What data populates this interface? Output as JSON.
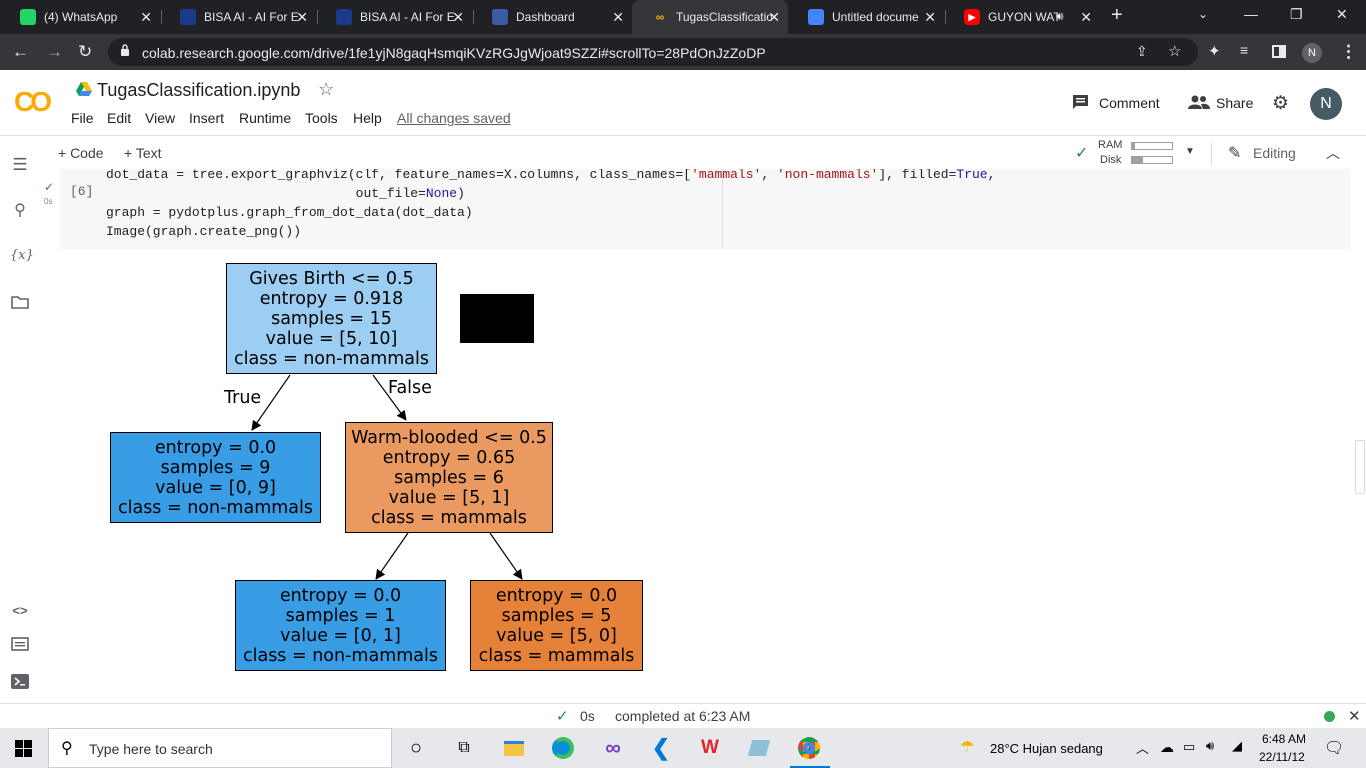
{
  "browser": {
    "tabs": [
      {
        "label": "(4) WhatsApp",
        "color": "#25d366"
      },
      {
        "label": "BISA AI - AI For E",
        "color": "#1a3b8b"
      },
      {
        "label": "BISA AI - AI For E",
        "color": "#1a3b8b"
      },
      {
        "label": "Dashboard",
        "color": "#3b5ba5"
      },
      {
        "label": "TugasClassificatio",
        "color": "#f9ab00"
      },
      {
        "label": "Untitled docume",
        "color": "#4285f4"
      },
      {
        "label": "GUYON WAT",
        "color": "#ff0000"
      }
    ],
    "url": "colab.research.google.com/drive/1fe1yjN8gaqHsmqiKVzRGJgWjoat9SZZi#scrollTo=28PdOnJzZoDP",
    "profile_initial": "N"
  },
  "colab": {
    "logo": "CO",
    "notebook_title": "TugasClassification.ipynb",
    "menu": [
      "File",
      "Edit",
      "View",
      "Insert",
      "Runtime",
      "Tools",
      "Help"
    ],
    "saved_status": "All changes saved",
    "comment_label": "Comment",
    "share_label": "Share",
    "avatar_initial": "N",
    "toolbar": {
      "code_label": "+ Code",
      "text_label": "+ Text",
      "ram_label": "RAM",
      "disk_label": "Disk",
      "ram_usage": 0.08,
      "disk_usage": 0.28,
      "editing_label": "Editing"
    }
  },
  "cell": {
    "exec_count": "[6]",
    "exec_time": "0s",
    "lines": [
      {
        "parts": [
          {
            "t": "dot_data = tree.export_graphviz(clf, feature_names=X.columns, class_names=[",
            "c": ""
          },
          {
            "t": "'mammals'",
            "c": "st"
          },
          {
            "t": ", ",
            "c": ""
          },
          {
            "t": "'non-mammals'",
            "c": "st"
          },
          {
            "t": "], filled=",
            "c": ""
          },
          {
            "t": "True",
            "c": "kw"
          },
          {
            "t": ",",
            "c": ""
          }
        ]
      },
      {
        "parts": [
          {
            "t": "                                out_file=",
            "c": ""
          },
          {
            "t": "None",
            "c": "kw"
          },
          {
            "t": ")",
            "c": ""
          }
        ]
      },
      {
        "parts": [
          {
            "t": "graph = pydotplus.graph_from_dot_data(dot_data)",
            "c": ""
          }
        ]
      },
      {
        "parts": [
          {
            "t": "Image(graph.create_png())",
            "c": ""
          }
        ]
      }
    ]
  },
  "tree": {
    "nodes": [
      {
        "lines": [
          "Gives Birth <= 0.5",
          "entropy = 0.918",
          "samples = 15",
          "value = [5, 10]",
          "class = non-mammals"
        ],
        "color": "#9ccdf2"
      },
      {
        "lines": [
          "entropy = 0.0",
          "samples = 9",
          "value = [0, 9]",
          "class = non-mammals"
        ],
        "color": "#399de5"
      },
      {
        "lines": [
          "Warm-blooded <= 0.5",
          "entropy = 0.65",
          "samples = 6",
          "value = [5, 1]",
          "class = mammals"
        ],
        "color": "#ea9a61"
      },
      {
        "lines": [
          "entropy = 0.0",
          "samples = 1",
          "value = [0, 1]",
          "class = non-mammals"
        ],
        "color": "#399de5"
      },
      {
        "lines": [
          "entropy = 0.0",
          "samples = 5",
          "value = [5, 0]",
          "class = mammals"
        ],
        "color": "#e58139"
      }
    ],
    "edge_true": "True",
    "edge_false": "False"
  },
  "status": {
    "time": "0s",
    "message": "completed at 6:23 AM"
  },
  "taskbar": {
    "search_placeholder": "Type here to search",
    "weather": "28°C  Hujan sedang",
    "clock_time": "6:48 AM",
    "clock_date": "22/11/12"
  }
}
